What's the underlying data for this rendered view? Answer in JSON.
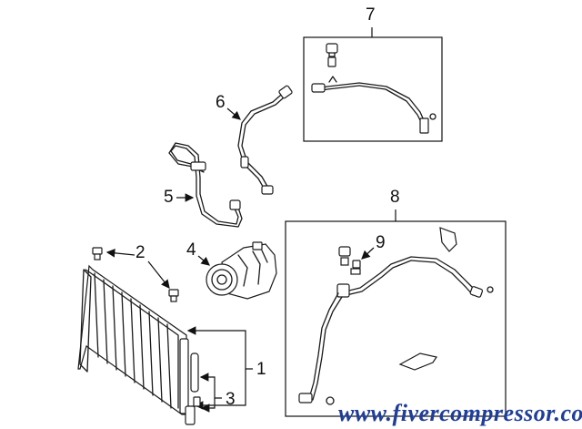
{
  "diagram": {
    "callouts": {
      "c1": "1",
      "c2": "2",
      "c3": "3",
      "c4": "4",
      "c5": "5",
      "c6": "6",
      "c7": "7",
      "c8": "8",
      "c9": "9"
    },
    "watermark": "www.fivercompressor.com"
  }
}
